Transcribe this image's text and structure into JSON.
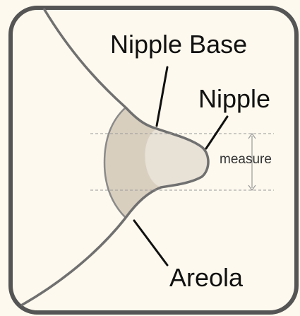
{
  "labels": {
    "nipple_base": "Nipple Base",
    "nipple": "Nipple",
    "measure": "measure",
    "areola": "Areola"
  },
  "colors": {
    "background": "#fdf9ee",
    "frame": "#555555",
    "breast_outline": "#707070",
    "areola_fill": "#d9cfbf",
    "nipple_fill": "#e7e1d6",
    "guide_lines": "#999999",
    "leader_lines": "#111111"
  }
}
